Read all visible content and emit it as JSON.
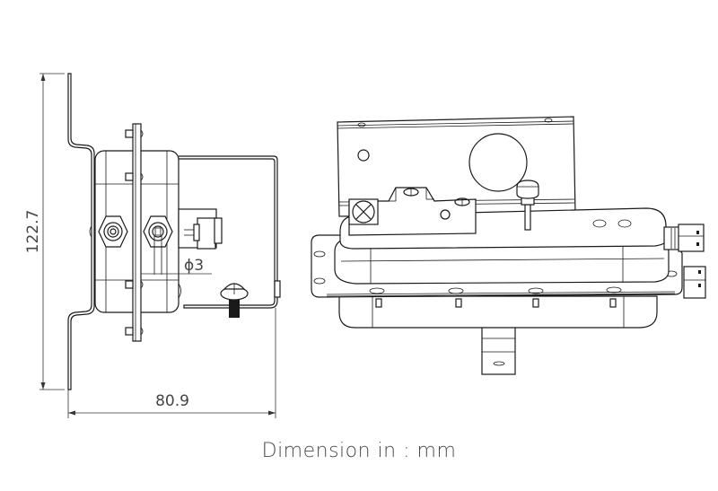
{
  "drawing": {
    "type": "technical-drawing",
    "subject": "pressure switch with mounting bracket",
    "views": [
      {
        "name": "side-view",
        "position": "left"
      },
      {
        "name": "front-view",
        "position": "right"
      }
    ]
  },
  "dimensions": {
    "height": "122.7",
    "width": "80.9",
    "port_diameter": "ϕ3"
  },
  "caption": "Dimension in : mm"
}
